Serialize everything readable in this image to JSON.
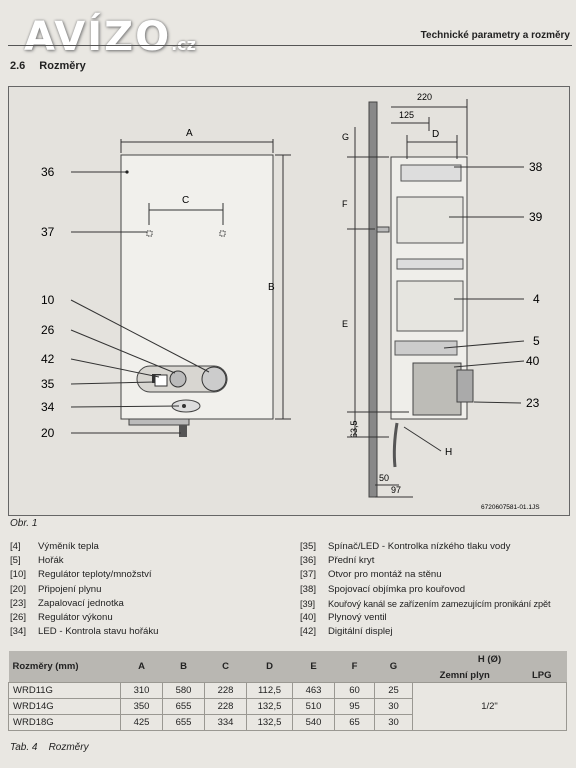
{
  "watermark": {
    "brand": "AVÍZO",
    "tld": ".cz"
  },
  "header": {
    "title": "Technické parametry a rozměry"
  },
  "section": {
    "number": "2.6",
    "title": "Rozměry"
  },
  "figure": {
    "labels_left": [
      "36",
      "37",
      "10",
      "26",
      "42",
      "35",
      "34",
      "20"
    ],
    "labels_right": [
      "38",
      "39",
      "4",
      "5",
      "40",
      "23"
    ],
    "dim_letters": {
      "a": "A",
      "b": "B",
      "c": "C",
      "d": "D",
      "e": "E",
      "f": "F",
      "g": "G",
      "h": "H"
    },
    "dims": {
      "w220": "220",
      "w125": "125",
      "h63": "63,5",
      "w50": "50",
      "w97": "97"
    },
    "code": "6720607581-01.1JS",
    "caption": "Obr. 1"
  },
  "legend": {
    "left": [
      {
        "key": "[4]",
        "text": "Výměník tepla"
      },
      {
        "key": "[5]",
        "text": "Hořák"
      },
      {
        "key": "[10]",
        "text": "Regulátor teploty/množství"
      },
      {
        "key": "[20]",
        "text": "Připojení plynu"
      },
      {
        "key": "[23]",
        "text": "Zapalovací jednotka"
      },
      {
        "key": "[26]",
        "text": "Regulátor výkonu"
      },
      {
        "key": "[34]",
        "text": "LED - Kontrola stavu hořáku"
      }
    ],
    "right": [
      {
        "key": "[35]",
        "text": "Spínač/LED - Kontrolka nízkého tlaku vody"
      },
      {
        "key": "[36]",
        "text": "Přední kryt"
      },
      {
        "key": "[37]",
        "text": "Otvor pro montáž na stěnu"
      },
      {
        "key": "[38]",
        "text": "Spojovací objímka pro kouřovod"
      },
      {
        "key": "[39]",
        "text": "Kouřový kanál se zařízením zamezujícím pronikání zpět"
      },
      {
        "key": "[40]",
        "text": "Plynový ventil"
      },
      {
        "key": "[42]",
        "text": "Digitální displej"
      }
    ]
  },
  "table": {
    "header": {
      "model": "Rozměry (mm)",
      "cols": [
        "A",
        "B",
        "C",
        "D",
        "E",
        "F",
        "G"
      ],
      "h": "H (Ø)",
      "gas1": "Zemní plyn",
      "gas2": "LPG"
    },
    "rows": [
      {
        "model": "WRD11G",
        "vals": [
          "310",
          "580",
          "228",
          "112,5",
          "463",
          "60",
          "25"
        ]
      },
      {
        "model": "WRD14G",
        "vals": [
          "350",
          "655",
          "228",
          "132,5",
          "510",
          "95",
          "30"
        ]
      },
      {
        "model": "WRD18G",
        "vals": [
          "425",
          "655",
          "334",
          "132,5",
          "540",
          "65",
          "30"
        ]
      }
    ],
    "h_value": "1/2\"",
    "caption_num": "Tab. 4",
    "caption_text": "Rozměry"
  }
}
